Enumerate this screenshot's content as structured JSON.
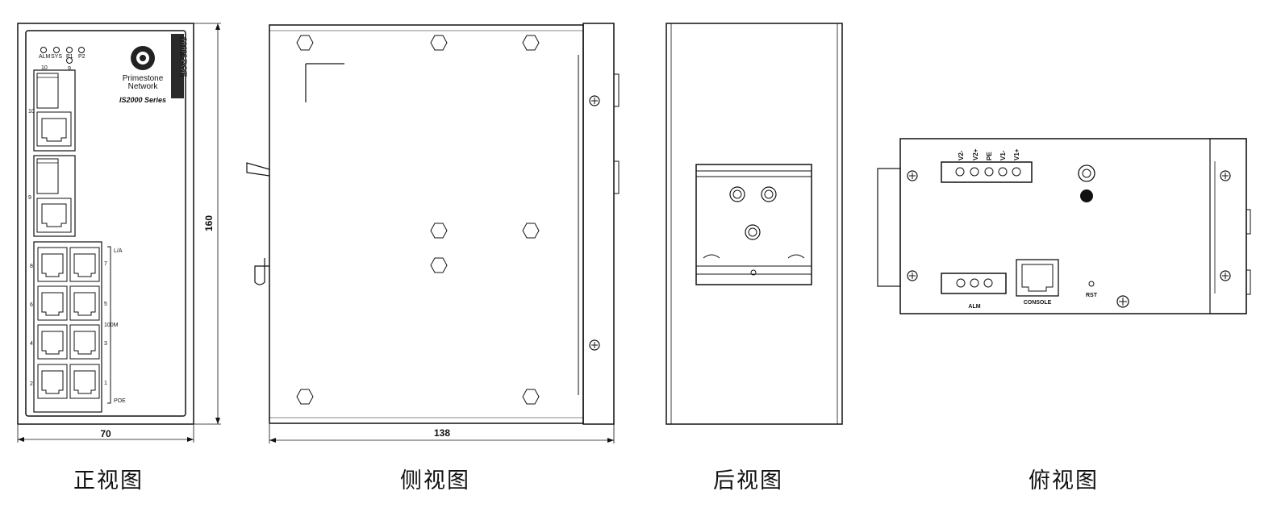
{
  "views": {
    "front": "正视图",
    "side": "侧视图",
    "rear": "后视图",
    "top": "俯视图"
  },
  "dimensions": {
    "front_width": "70",
    "front_height": "160",
    "side_depth": "138"
  },
  "front_panel": {
    "badge": "100M  POE",
    "brand_line1": "Primestone",
    "brand_line2": "Network",
    "series": "IS2000 Series",
    "leds": [
      "ALM",
      "SYS",
      "P1",
      "P2"
    ],
    "led_ports": [
      "10",
      "9"
    ],
    "sfp_ports": [
      "10",
      "9"
    ],
    "port_left": [
      "8",
      "6",
      "4",
      "2"
    ],
    "port_right": [
      "7",
      "5",
      "3",
      "1"
    ],
    "label_la": "L/A",
    "label_100m": "100M",
    "label_poe": "POE"
  },
  "top_panel": {
    "terminal_pins": [
      "V2-",
      "V2+",
      "PE",
      "V1-",
      "V1+"
    ],
    "alm_label": "ALM",
    "console_label": "CONSOLE",
    "rst_label": "RST"
  }
}
